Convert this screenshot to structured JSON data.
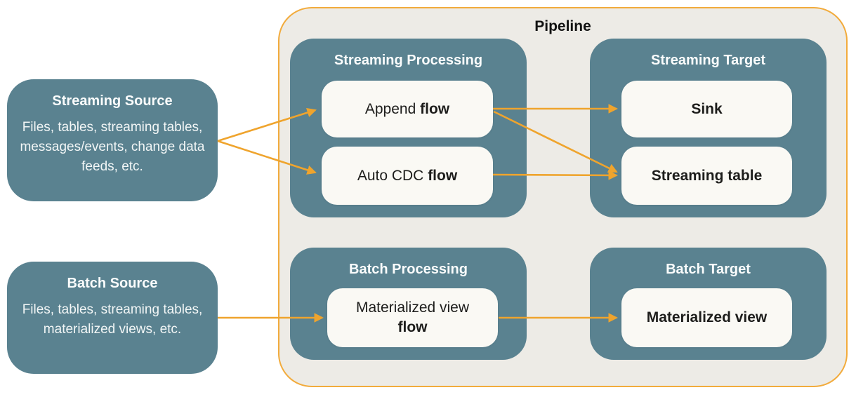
{
  "colors": {
    "teal": "#5A8290",
    "orange": "#EFA42D",
    "pipeline_border": "#F2AB3C",
    "pipeline_bg": "#EDEBE6",
    "node_bg": "#FAF9F4",
    "text_dark": "#1D1D1B",
    "text_light": "#FAFCFC",
    "page_bg": "#FFFFFF"
  },
  "sources": {
    "streaming": {
      "title": "Streaming Source",
      "body": "Files, tables, streaming tables, messages/events, change data feeds, etc."
    },
    "batch": {
      "title": "Batch Source",
      "body": "Files, tables, streaming tables, materialized views, etc."
    }
  },
  "pipeline": {
    "title": "Pipeline",
    "groups": [
      {
        "title": "Streaming Processing",
        "items": [
          {
            "text": "Append ",
            "bold": "flow"
          },
          {
            "text": "Auto CDC ",
            "bold": "flow"
          }
        ]
      },
      {
        "title": "Streaming Target",
        "items": [
          {
            "text": "",
            "bold": "Sink"
          },
          {
            "text": "",
            "bold": "Streaming table"
          }
        ]
      },
      {
        "title": "Batch Processing",
        "items": [
          {
            "text": "Materialized view",
            "bold": "flow"
          }
        ]
      },
      {
        "title": "Batch Target",
        "items": [
          {
            "text": "",
            "bold": "Materialized view"
          }
        ]
      }
    ]
  },
  "edges": [
    {
      "from": "Streaming Source",
      "to": "Append flow"
    },
    {
      "from": "Streaming Source",
      "to": "Auto CDC flow"
    },
    {
      "from": "Append flow",
      "to": "Sink"
    },
    {
      "from": "Append flow",
      "to": "Streaming table"
    },
    {
      "from": "Auto CDC flow",
      "to": "Streaming table"
    },
    {
      "from": "Batch Source",
      "to": "Materialized view flow"
    },
    {
      "from": "Materialized view flow",
      "to": "Materialized view"
    }
  ]
}
